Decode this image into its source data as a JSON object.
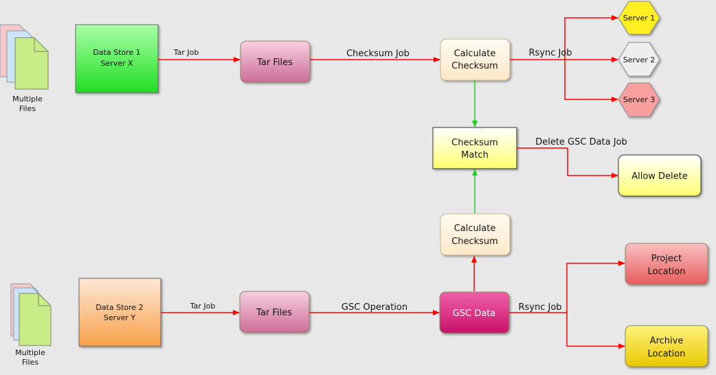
{
  "multiple_files_top": {
    "line1": "Multiple",
    "line2": "Files"
  },
  "multiple_files_bottom": {
    "line1": "Multiple",
    "line2": "Files"
  },
  "data_store_1": {
    "line1": "Data Store 1",
    "line2": "Server X",
    "color": "#33ee33"
  },
  "data_store_2": {
    "line1": "Data Store 2",
    "line2": "Server Y",
    "color": "#f8a860"
  },
  "tar_files_top": {
    "label": "Tar Files",
    "color": "#d888aa"
  },
  "tar_files_bottom": {
    "label": "Tar Files",
    "color": "#d888aa"
  },
  "calc_checksum_top": {
    "line1": "Calculate",
    "line2": "Checksum"
  },
  "calc_checksum_bottom": {
    "line1": "Calculate",
    "line2": "Checksum"
  },
  "checksum_match": {
    "line1": "Checksum",
    "line2": "Match"
  },
  "allow_delete": {
    "label": "Allow Delete"
  },
  "gsc_data": {
    "label": "GSC Data",
    "color": "#d0206e"
  },
  "servers": [
    {
      "label": "Server 1",
      "color": "#ffee22"
    },
    {
      "label": "Server 2",
      "color": "#eeeeee"
    },
    {
      "label": "Server 3",
      "color": "#f8a0a0"
    }
  ],
  "project_location": {
    "line1": "Project",
    "line2": "Location",
    "color": "#ee7070"
  },
  "archive_location": {
    "line1": "Archive",
    "line2": "Location",
    "color": "#eedd00"
  },
  "edges": {
    "tar_job_top": "Tar Job",
    "checksum_job": "Checksum Job",
    "rsync_job_top": "Rsync Job",
    "delete_gsc_data_job": "Delete GSC Data Job",
    "tar_job_bottom": "Tar Job",
    "gsc_operation": "GSC Operation",
    "rsync_job_bottom": "Rsync Job"
  },
  "colors": {
    "arrow_red": "#ff0000",
    "arrow_green": "#22cc22"
  }
}
